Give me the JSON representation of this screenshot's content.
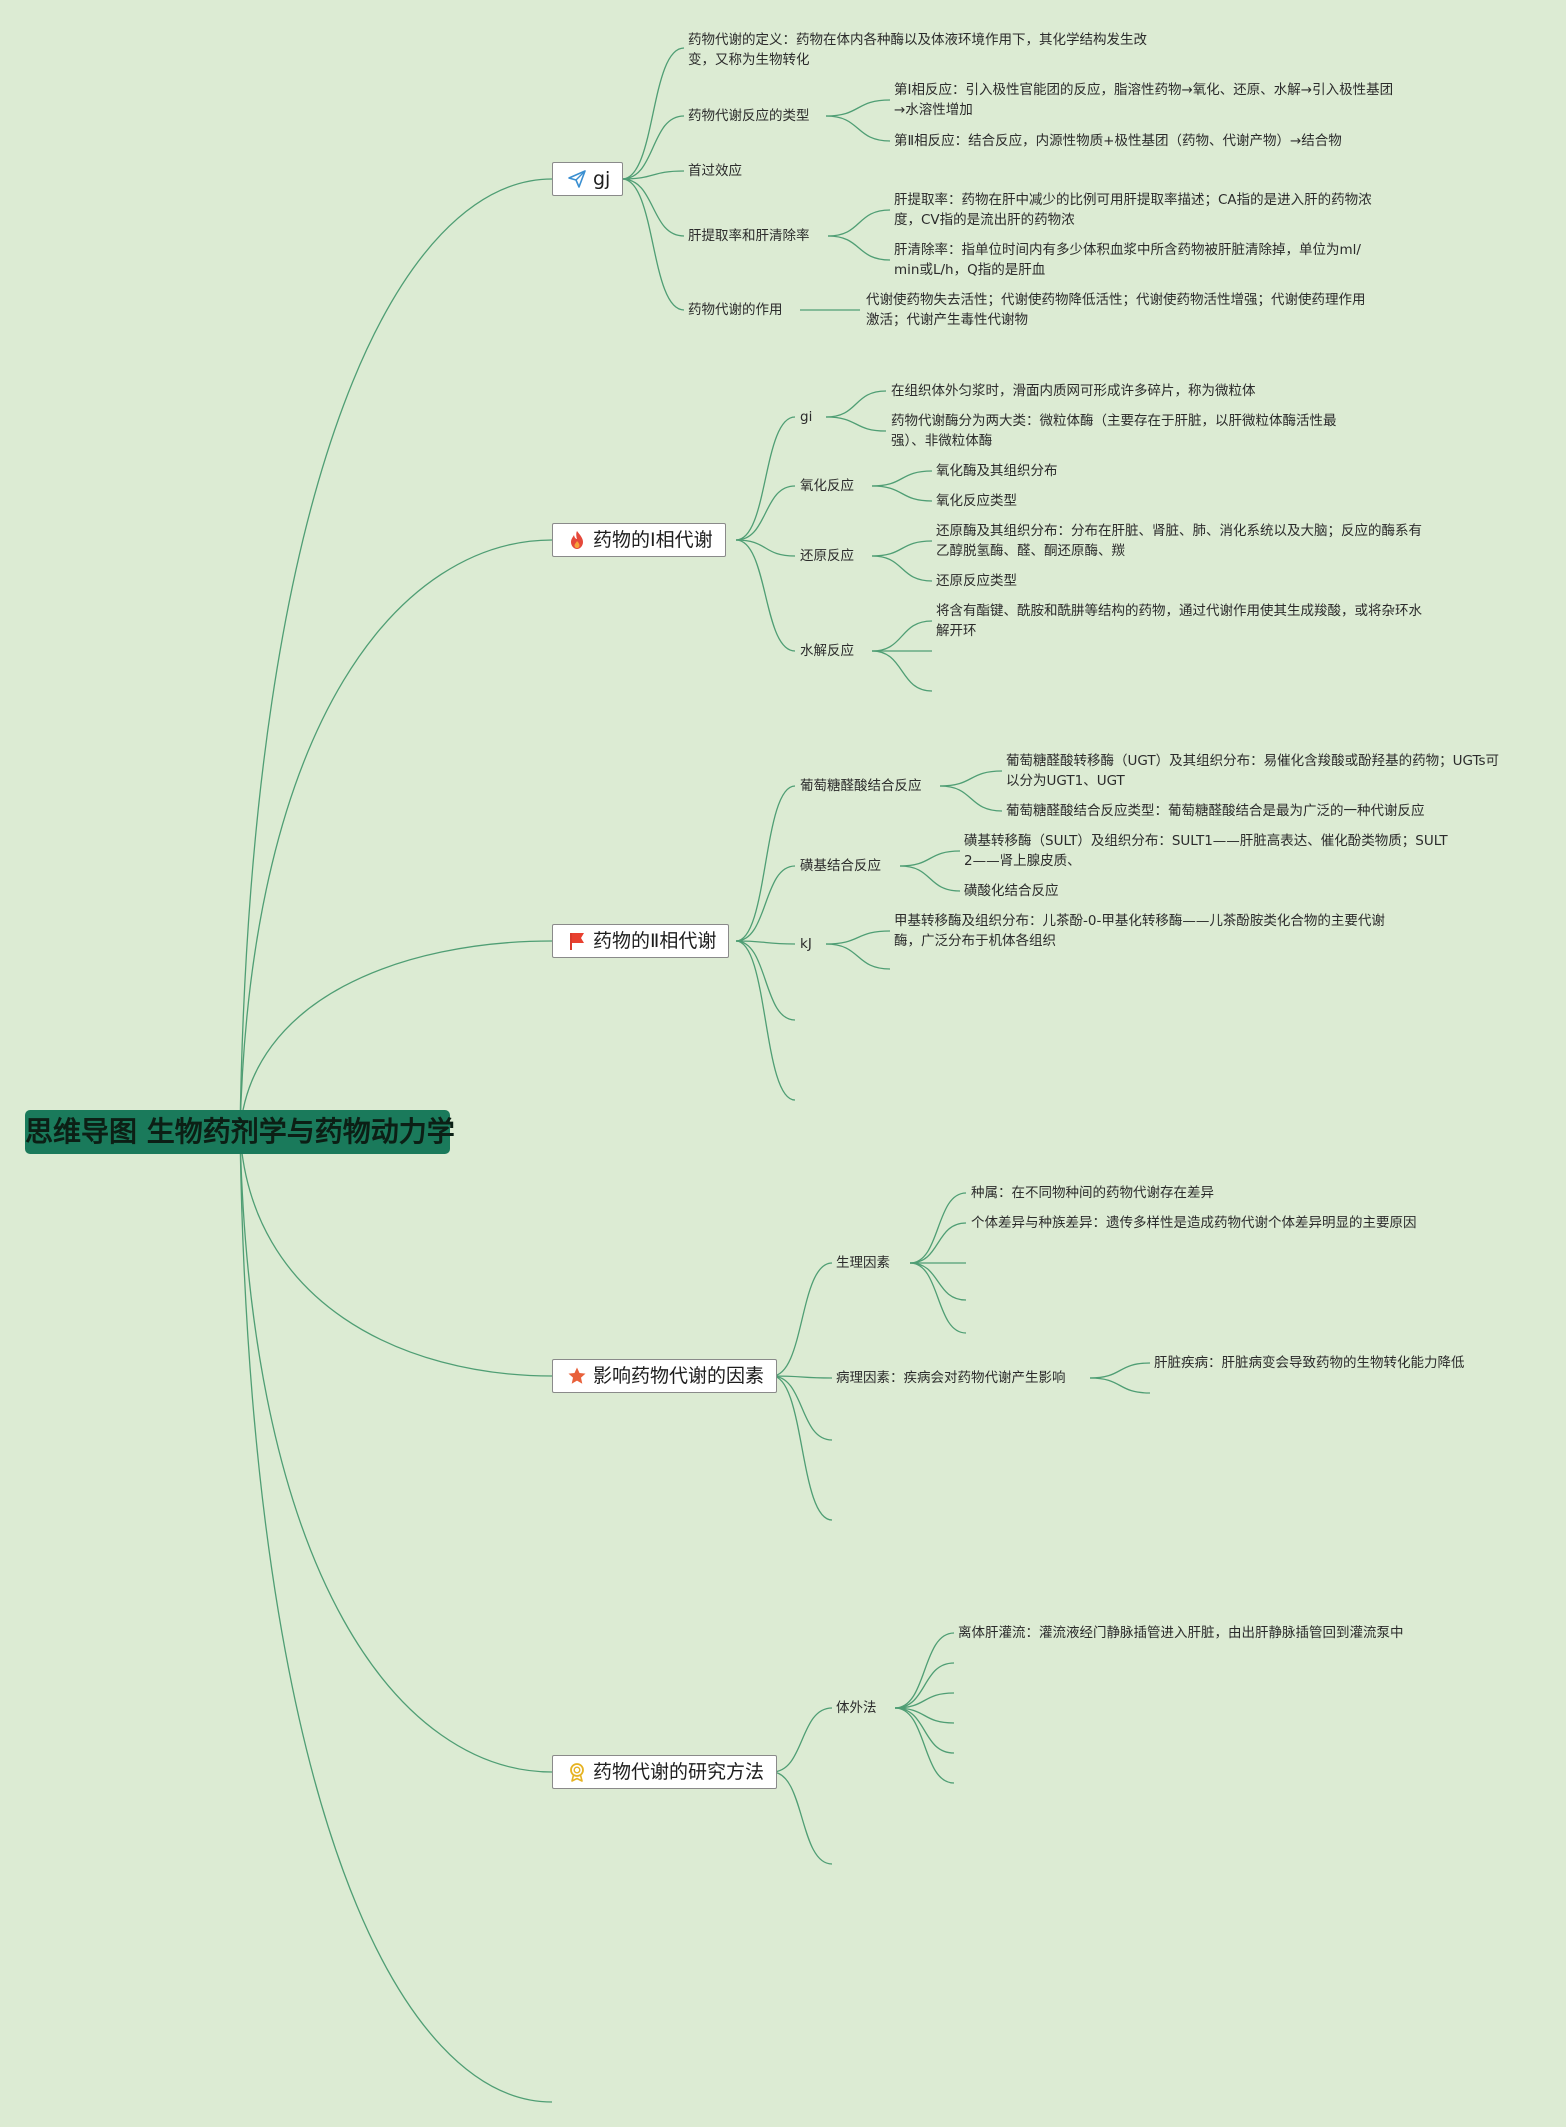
{
  "root": {
    "title": "思维导图 生物药剂学与药物动力学"
  },
  "colors": {
    "background": "#dcebd3",
    "connector": "#4f9e74",
    "root_fill": "#1a7a5b"
  },
  "branches": [
    {
      "label": "gj",
      "icon": "paper-plane-icon",
      "children": [
        {
          "label": "药物代谢的定义：药物在体内各种酶以及体液环境作用下，其化学结构发生改变，又称为生物转化"
        },
        {
          "label": "药物代谢反应的类型",
          "children": [
            {
              "label": "第Ⅰ相反应：引入极性官能团的反应，脂溶性药物→氧化、还原、水解→引入极性基团→水溶性增加"
            },
            {
              "label": "第Ⅱ相反应：结合反应，内源性物质+极性基团（药物、代谢产物）→结合物"
            }
          ]
        },
        {
          "label": "首过效应"
        },
        {
          "label": "肝提取率和肝清除率",
          "children": [
            {
              "label": "肝提取率：药物在肝中减少的比例可用肝提取率描述；CA指的是进入肝的药物浓度，CV指的是流出肝的药物浓"
            },
            {
              "label": "肝清除率：指单位时间内有多少体积血浆中所含药物被肝脏清除掉，单位为ml/min或L/h，Q指的是肝血"
            }
          ]
        },
        {
          "label": "药物代谢的作用",
          "children": [
            {
              "label": "代谢使药物失去活性；代谢使药物降低活性；代谢使药物活性增强；代谢使药理作用激活；代谢产生毒性代谢物"
            }
          ]
        }
      ]
    },
    {
      "label": "药物的Ⅰ相代谢",
      "icon": "fire-icon",
      "children": [
        {
          "label": "gi",
          "children": [
            {
              "label": "在组织体外匀浆时，滑面内质网可形成许多碎片，称为微粒体"
            },
            {
              "label": "药物代谢酶分为两大类：微粒体酶（主要存在于肝脏，以肝微粒体酶活性最强）、非微粒体酶"
            }
          ]
        },
        {
          "label": "氧化反应",
          "children": [
            {
              "label": "氧化酶及其组织分布"
            },
            {
              "label": "氧化反应类型"
            }
          ]
        },
        {
          "label": "还原反应",
          "children": [
            {
              "label": "还原酶及其组织分布：分布在肝脏、肾脏、肺、消化系统以及大脑；反应的酶系有乙醇脱氢酶、醛、酮还原酶、羰"
            },
            {
              "label": "还原反应类型"
            }
          ]
        },
        {
          "label": "水解反应",
          "children": [
            {
              "label": "将含有酯键、酰胺和酰肼等结构的药物，通过代谢作用使其生成羧酸，或将杂环水解开环"
            },
            {
              "label": ""
            },
            {
              "label": ""
            }
          ]
        }
      ]
    },
    {
      "label": "药物的Ⅱ相代谢",
      "icon": "flag-icon",
      "children": [
        {
          "label": "葡萄糖醛酸结合反应",
          "children": [
            {
              "label": "葡萄糖醛酸转移酶（UGT）及其组织分布：易催化含羧酸或酚羟基的药物；UGTs可以分为UGT1、UGT"
            },
            {
              "label": "葡萄糖醛酸结合反应类型：葡萄糖醛酸结合是最为广泛的一种代谢反应"
            }
          ]
        },
        {
          "label": "磺基结合反应",
          "children": [
            {
              "label": "磺基转移酶（SULT）及组织分布：SULT1——肝脏高表达、催化酚类物质；SULT2——肾上腺皮质、"
            },
            {
              "label": "磺酸化结合反应"
            }
          ]
        },
        {
          "label": "kJ",
          "children": [
            {
              "label": "甲基转移酶及组织分布：儿茶酚-0-甲基化转移酶——儿茶酚胺类化合物的主要代谢酶，广泛分布于机体各组织"
            },
            {
              "label": ""
            }
          ]
        },
        {
          "label": ""
        },
        {
          "label": ""
        }
      ]
    },
    {
      "label": "影响药物代谢的因素",
      "icon": "star-icon",
      "children": [
        {
          "label": "生理因素",
          "children": [
            {
              "label": "种属：在不同物种间的药物代谢存在差异"
            },
            {
              "label": "个体差异与种族差异：遗传多样性是造成药物代谢个体差异明显的主要原因"
            },
            {
              "label": ""
            },
            {
              "label": ""
            },
            {
              "label": ""
            }
          ]
        },
        {
          "label": "病理因素：疾病会对药物代谢产生影响",
          "children": [
            {
              "label": "肝脏疾病：肝脏病变会导致药物的生物转化能力降低"
            },
            {
              "label": ""
            }
          ]
        },
        {
          "label": ""
        },
        {
          "label": ""
        }
      ]
    },
    {
      "label": "药物代谢的研究方法",
      "icon": "medal-icon",
      "children": [
        {
          "label": "体外法",
          "children": [
            {
              "label": "离体肝灌流：灌流液经门静脉插管进入肝脏，由出肝静脉插管回到灌流泵中"
            },
            {
              "label": ""
            },
            {
              "label": ""
            },
            {
              "label": ""
            },
            {
              "label": ""
            },
            {
              "label": ""
            }
          ]
        },
        {
          "label": ""
        }
      ]
    },
    {
      "label": ""
    }
  ]
}
